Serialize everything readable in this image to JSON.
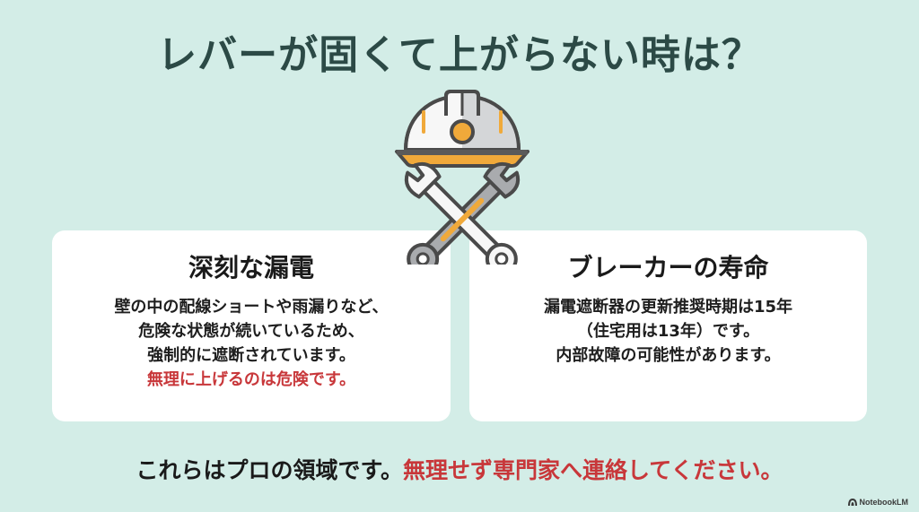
{
  "title": "レバーが固くて上がらない時は？",
  "icons": {
    "hero": [
      "hard-hat-icon",
      "crossed-wrenches-icon"
    ],
    "brand": "notebooklm-logo-icon"
  },
  "colors": {
    "background": "#d3ede7",
    "title": "#2c4a46",
    "card_background": "#ffffff",
    "text": "#1a1a1a",
    "warning": "#c8373a",
    "helmet_accent": "#f0a93a",
    "outline": "#4a4a4a"
  },
  "cards": [
    {
      "heading": "深刻な漏電",
      "lines": [
        "壁の中の配線ショートや雨漏りなど、",
        "危険な状態が続いているため、",
        "強制的に遮断されています。"
      ],
      "warning": "無理に上げるのは危険です。"
    },
    {
      "heading": "ブレーカーの寿命",
      "lines": [
        "漏電遮断器の更新推奨時期は15年",
        "（住宅用は13年）です。",
        "内部故障の可能性があります。"
      ]
    }
  ],
  "footer": {
    "text": "これらはプロの領域です。",
    "warning": "無理せず専門家へ連絡してください。"
  },
  "brand": {
    "label": "NotebookLM"
  }
}
